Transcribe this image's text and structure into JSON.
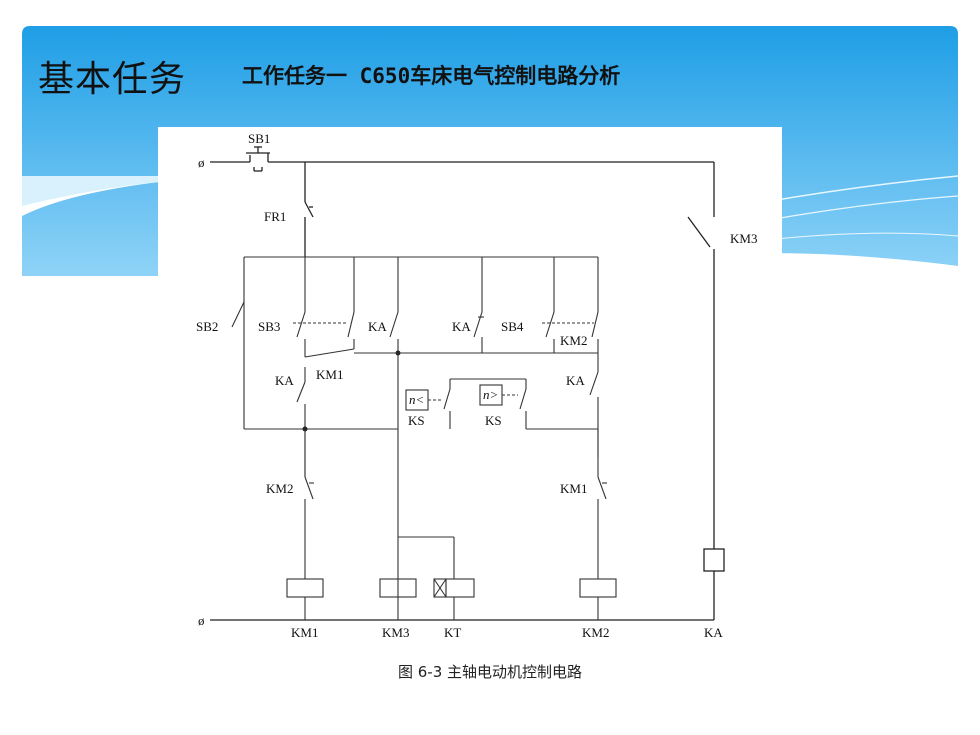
{
  "header": {
    "title_main": "基本任务",
    "title_sub": "工作任务一  C650车床电气控制电路分析",
    "colors": {
      "gradient_top": "#1e9ee6",
      "gradient_bottom": "#8fd3f7"
    }
  },
  "diagram": {
    "labels": {
      "sb1": "SB1",
      "fr1": "FR1",
      "km3_contact": "KM3",
      "sb2": "SB2",
      "sb3": "SB3",
      "ka1": "KA",
      "ka2": "KA",
      "sb4": "SB4",
      "km2_contact": "KM2",
      "km1_contact": "KM1",
      "ka3": "KA",
      "ka4": "KA",
      "relay1": "n<",
      "relay2": "n>",
      "ks1": "KS",
      "ks2": "KS",
      "km2_nc": "KM2",
      "km1_nc": "KM1",
      "coil_km1": "KM1",
      "coil_km3": "KM3",
      "coil_kt": "KT",
      "coil_km2": "KM2",
      "coil_ka": "KA"
    }
  },
  "caption": "图 6-3   主轴电动机控制电路"
}
